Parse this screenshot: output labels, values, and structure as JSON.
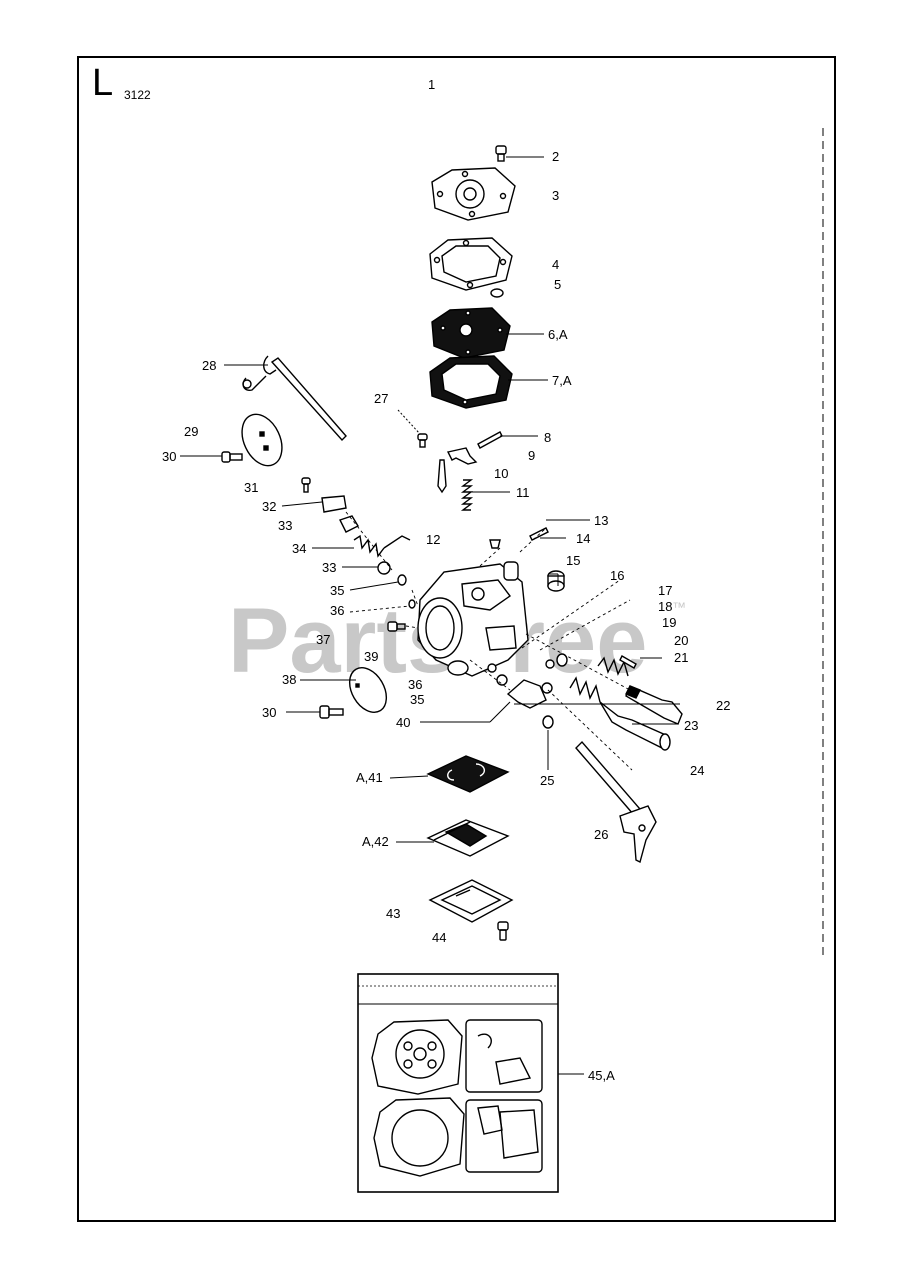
{
  "section": {
    "letter": "L",
    "code": "3122"
  },
  "watermark": {
    "text": "PartsTree",
    "trademark": "™"
  },
  "callouts": {
    "c1": "1",
    "c2": "2",
    "c3": "3",
    "c4": "4",
    "c5": "5",
    "c6": "6,A",
    "c7": "7,A",
    "c8": "8",
    "c9": "9",
    "c10": "10",
    "c11": "11",
    "c12": "12",
    "c13": "13",
    "c14": "14",
    "c15": "15",
    "c16": "16",
    "c17": "17",
    "c18": "18",
    "c19": "19",
    "c20": "20",
    "c21": "21",
    "c22": "22",
    "c23": "23",
    "c24": "24",
    "c25": "25",
    "c26": "26",
    "c27": "27",
    "c28": "28",
    "c29": "29",
    "c30a": "30",
    "c30b": "30",
    "c31": "31",
    "c32": "32",
    "c33a": "33",
    "c33b": "33",
    "c34": "34",
    "c35a": "35",
    "c35b": "35",
    "c36a": "36",
    "c36b": "36",
    "c37": "37",
    "c38": "38",
    "c39": "39",
    "c40": "40",
    "c41": "A,41",
    "c42": "A,42",
    "c43": "43",
    "c44": "44",
    "c45": "45,A"
  },
  "colors": {
    "line": "#000000",
    "watermark": "#c8c8c8",
    "background": "#ffffff"
  }
}
